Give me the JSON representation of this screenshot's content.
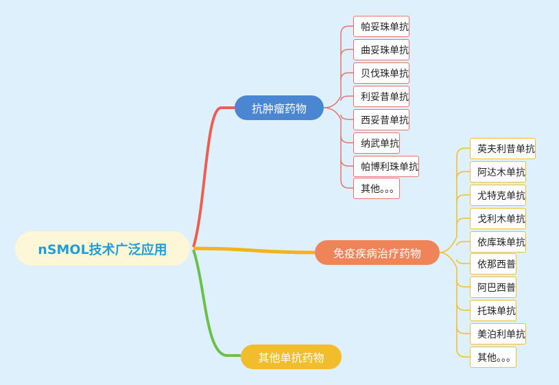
{
  "root": {
    "label": "nSMOL技术广泛应用"
  },
  "branches": [
    {
      "label": "抗肿瘤药物",
      "color": "#4a86d1",
      "edge_color": "#ec5f50",
      "leaves": [
        "帕妥珠单抗",
        "曲妥珠单抗",
        "贝伐珠单抗",
        "利妥昔单抗",
        "西妥昔单抗",
        "纳武单抗",
        "帕博利珠单抗",
        "其他。。。"
      ]
    },
    {
      "label": "免疫疾病治疗药物",
      "color": "#ef8458",
      "edge_color": "#f5b21a",
      "leaves": [
        "英夫利昔单抗",
        "阿达木单抗",
        "尤特克单抗",
        "戈利木单抗",
        "依库珠单抗",
        "依那西普",
        "阿巴西普",
        "托珠单抗",
        "美泊利单抗",
        "其他。。。"
      ]
    },
    {
      "label": "其他单抗药物",
      "color": "#f1bd2c",
      "edge_color": "#6cbf4a",
      "leaves": []
    }
  ]
}
